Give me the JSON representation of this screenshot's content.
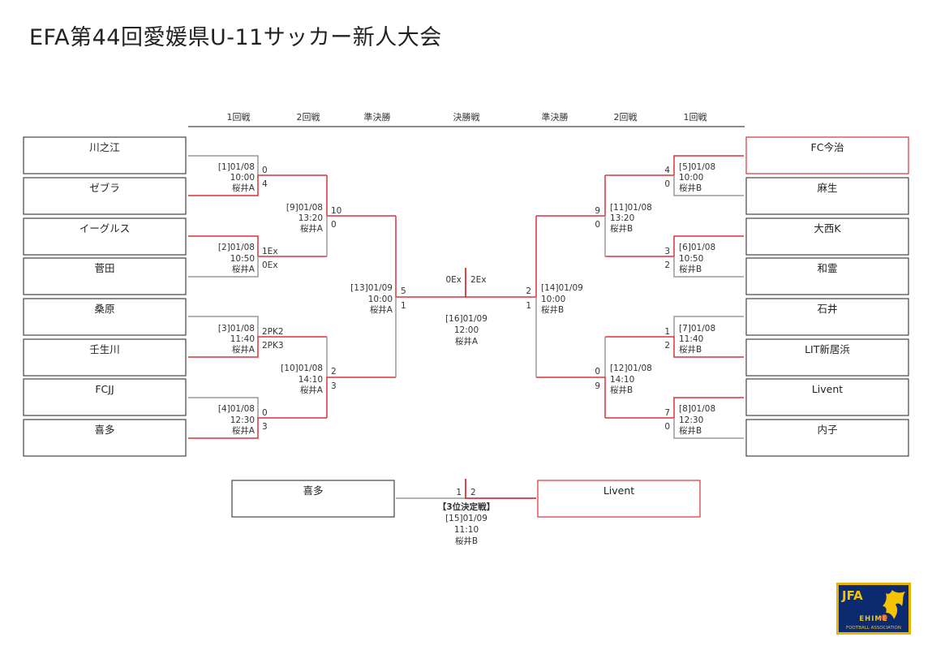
{
  "title": "EFA第44回愛媛県U-11サッカー新人大会",
  "rounds_left": [
    "1回戦",
    "2回戦",
    "準決勝"
  ],
  "round_final": "決勝戦",
  "rounds_right": [
    "準決勝",
    "2回戦",
    "1回戦"
  ],
  "teams_left": [
    "川之江",
    "ゼブラ",
    "イーグルス",
    "菅田",
    "桑原",
    "壬生川",
    "FCJJ",
    "喜多"
  ],
  "teams_right": [
    "FC今治",
    "麻生",
    "大西K",
    "和霊",
    "石井",
    "LIT新居浜",
    "Livent",
    "内子"
  ],
  "matches": {
    "m1": {
      "no": "[1]01/08",
      "time": "10:00",
      "venue": "桜井A",
      "s_top": "0",
      "s_bot": "4"
    },
    "m2": {
      "no": "[2]01/08",
      "time": "10:50",
      "venue": "桜井A",
      "s_top": "1Ex",
      "s_bot": "0Ex"
    },
    "m3": {
      "no": "[3]01/08",
      "time": "11:40",
      "venue": "桜井A",
      "s_top": "2PK2",
      "s_bot": "2PK3"
    },
    "m4": {
      "no": "[4]01/08",
      "time": "12:30",
      "venue": "桜井A",
      "s_top": "0",
      "s_bot": "3"
    },
    "m5": {
      "no": "[5]01/08",
      "time": "10:00",
      "venue": "桜井B",
      "s_top": "4",
      "s_bot": "0"
    },
    "m6": {
      "no": "[6]01/08",
      "time": "10:50",
      "venue": "桜井B",
      "s_top": "3",
      "s_bot": "2"
    },
    "m7": {
      "no": "[7]01/08",
      "time": "11:40",
      "venue": "桜井B",
      "s_top": "1",
      "s_bot": "2"
    },
    "m8": {
      "no": "[8]01/08",
      "time": "12:30",
      "venue": "桜井B",
      "s_top": "7",
      "s_bot": "0"
    },
    "m9": {
      "no": "[9]01/08",
      "time": "13:20",
      "venue": "桜井A",
      "s_top": "10",
      "s_bot": "0"
    },
    "m10": {
      "no": "[10]01/08",
      "time": "14:10",
      "venue": "桜井A",
      "s_top": "2",
      "s_bot": "3"
    },
    "m11": {
      "no": "[11]01/08",
      "time": "13:20",
      "venue": "桜井B",
      "s_top": "9",
      "s_bot": "0"
    },
    "m12": {
      "no": "[12]01/08",
      "time": "14:10",
      "venue": "桜井B",
      "s_top": "0",
      "s_bot": "9"
    },
    "m13": {
      "no": "[13]01/09",
      "time": "10:00",
      "venue": "桜井A",
      "s_top": "5",
      "s_bot": "1"
    },
    "m14": {
      "no": "[14]01/09",
      "time": "10:00",
      "venue": "桜井B",
      "s_top": "2",
      "s_bot": "1"
    },
    "m16": {
      "no": "[16]01/09",
      "time": "12:00",
      "venue": "桜井A",
      "s_left": "0Ex",
      "s_right": "2Ex"
    },
    "m15": {
      "no": "[15]01/09",
      "time": "11:10",
      "venue": "桜井B",
      "label": "【3位決定戦】",
      "s_left": "1",
      "s_right": "2"
    }
  },
  "third_place": {
    "left": "喜多",
    "right": "Livent"
  },
  "logo": {
    "jfa": "JFA",
    "ehime": "EHIME",
    "fa": "FOOTBALL ASSOCIATION"
  },
  "colors": {
    "win": "#d8333a",
    "line": "#999999",
    "box": "#444444"
  }
}
